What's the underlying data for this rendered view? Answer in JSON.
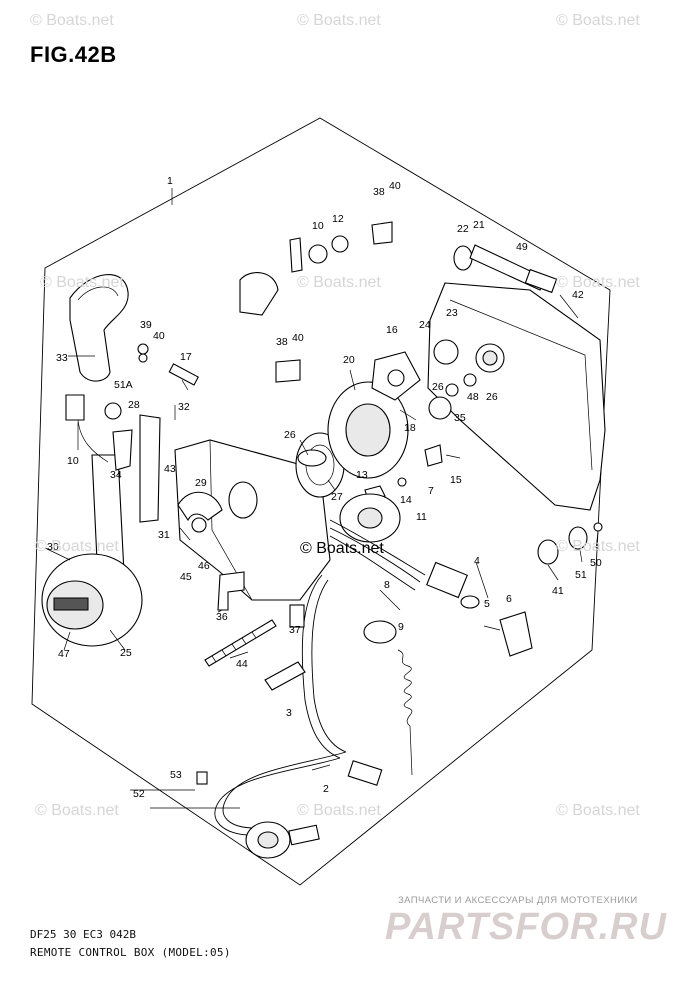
{
  "figure_title": "FIG.42B",
  "footer_code": "DF25 30 EC3  042B",
  "footer_title": "REMOTE CONTROL BOX (MODEL:05)",
  "watermark_text": "© Boats.net",
  "store_tagline": "ЗАПЧАСТИ И АКСЕССУАРЫ ДЛЯ МОТОТЕХНИКИ",
  "store_logo": "PARTSFOR.RU",
  "callouts": [
    "1",
    "2",
    "3",
    "4",
    "5",
    "6",
    "7",
    "8",
    "9",
    "10",
    "10",
    "11",
    "12",
    "13",
    "14",
    "15",
    "16",
    "17",
    "18",
    "20",
    "21",
    "22",
    "23",
    "24",
    "25",
    "26",
    "26",
    "26",
    "27",
    "28",
    "29",
    "30",
    "31",
    "32",
    "33",
    "34",
    "35",
    "36",
    "37",
    "38",
    "38",
    "39",
    "40",
    "40",
    "40",
    "41",
    "42",
    "43",
    "44",
    "45",
    "46",
    "47",
    "48",
    "49",
    "50",
    "51",
    "51A",
    "52",
    "53"
  ]
}
